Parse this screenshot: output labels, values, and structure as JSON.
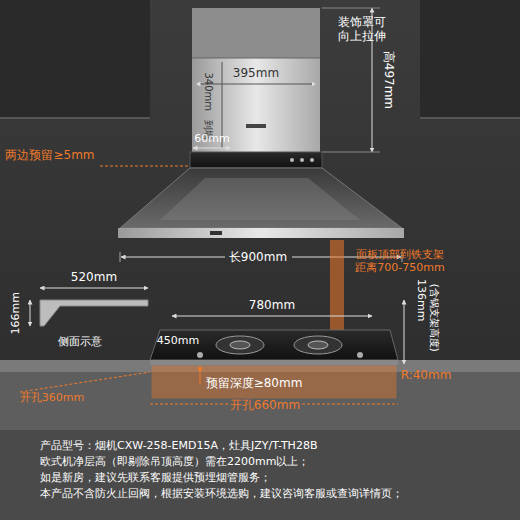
{
  "diagram": {
    "nodes": [
      {
        "text": [
          "产品型号：烟机CXW-258-EMD15A，灶具JZY/T-TH28B",
          "欧式机净层高（即剔除吊顶高度）需在2200mm以上；",
          "如是新房，建议先联系客服提供预埋烟管服务；",
          "本产品不含防火止回阀，根据安装环境选购，建议咨询客服或查询详情页；"
        ]
      }
    ],
    "labels": [
      "装饰罩可向上拉伸",
      "395mm",
      "340mm",
      "到墙",
      "高497mm",
      "两边预留≥5mm",
      "60mm",
      "长900mm",
      "面板顶部到铁支架距离700-750mm",
      "520mm",
      "166mm",
      "侧面示意",
      "780mm",
      "136mm",
      "(含锅支架高度)",
      "450mm",
      "预留深度≥80mm",
      "R:40mm",
      "开孔360mm",
      "开孔660mm"
    ]
  }
}
